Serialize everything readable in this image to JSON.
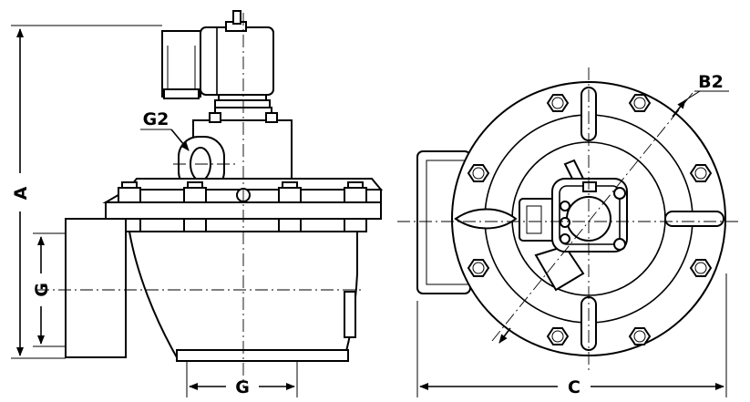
{
  "labels": {
    "A": "A",
    "G_left": "G",
    "G_bottom": "G",
    "G2": "G2",
    "B2": "B2",
    "C": "C"
  },
  "colors": {
    "line": "#000000",
    "background": "#ffffff"
  }
}
